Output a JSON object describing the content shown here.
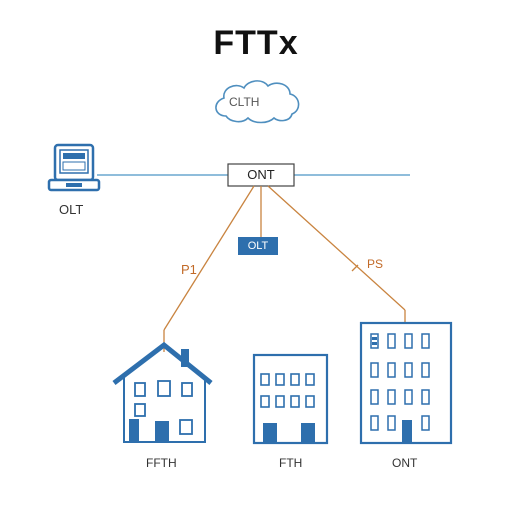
{
  "title": "FTTx",
  "cloud": {
    "label": "CLTH"
  },
  "olt": {
    "label": "OLT"
  },
  "ont_box": {
    "label": "ONT"
  },
  "olt_badge": {
    "label": "OLT"
  },
  "links": {
    "left_label": "P1",
    "right_label": "PS"
  },
  "buildings": [
    {
      "type": "house",
      "label": "FFTH"
    },
    {
      "type": "office",
      "label": "FTH"
    },
    {
      "type": "tower",
      "label": "ONT"
    }
  ],
  "colors": {
    "blue": "#2e6fad",
    "line_blue": "#6aa7cf",
    "orange": "#c98440",
    "gray": "#555555"
  }
}
